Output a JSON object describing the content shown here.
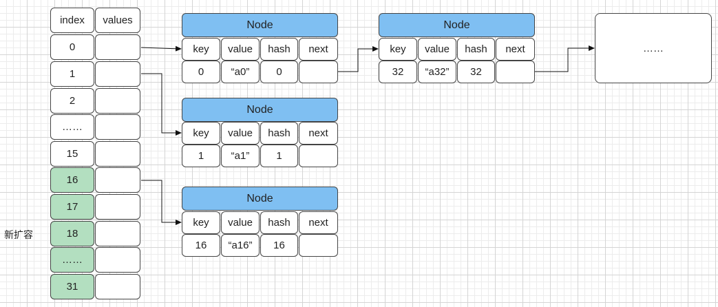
{
  "table": {
    "header": {
      "index": "index",
      "values": "values"
    },
    "rows": [
      {
        "index": "0"
      },
      {
        "index": "1"
      },
      {
        "index": "2"
      },
      {
        "index": "……"
      },
      {
        "index": "15"
      },
      {
        "index": "16"
      },
      {
        "index": "17"
      },
      {
        "index": "18"
      },
      {
        "index": "……"
      },
      {
        "index": "31"
      }
    ],
    "highlight_color": "#b3dfc0"
  },
  "side_label": "新扩容",
  "node_fields": {
    "key": "key",
    "value": "value",
    "hash": "hash",
    "next": "next"
  },
  "nodes": [
    {
      "title": "Node",
      "key": "0",
      "value": "“a0”",
      "hash": "0",
      "next": ""
    },
    {
      "title": "Node",
      "key": "32",
      "value": "“a32”",
      "hash": "32",
      "next": ""
    },
    {
      "title": "Node",
      "key": "1",
      "value": "“a1”",
      "hash": "1",
      "next": ""
    },
    {
      "title": "Node",
      "key": "16",
      "value": "“a16”",
      "hash": "16",
      "next": ""
    }
  ],
  "overflow_box": {
    "text": "……"
  },
  "colors": {
    "node_header": "#7fbff2",
    "grid": "#d4d4d4"
  }
}
